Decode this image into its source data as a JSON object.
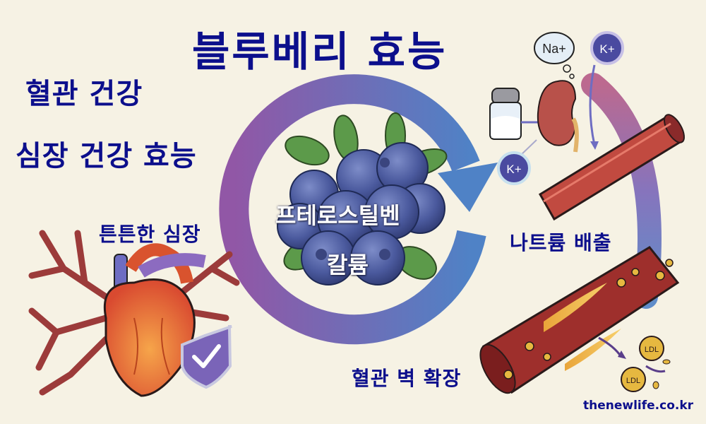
{
  "header": {
    "title": "블루베리 효능",
    "subtitle_line1": "혈관 건강",
    "subtitle_line2": "심장 건강 효능"
  },
  "center": {
    "compound_1": "프테로스틸벤",
    "compound_2": "칼륨"
  },
  "callouts": {
    "heart": "튼튼한 심장",
    "sodium": "나트륨 배출",
    "vessel": "혈관 벽 확장"
  },
  "ions": {
    "sodium": "Na+",
    "potassium_top": "K+",
    "potassium_bottom": "K+"
  },
  "ldl": {
    "label_1": "LDL",
    "label_2": "LDL"
  },
  "footer": {
    "website": "thenewlife.co.kr"
  },
  "colors": {
    "background": "#f6f2e4",
    "heading": "#0c0f8c",
    "arrow_purple": "#8a5aa8",
    "arrow_blue": "#4f7fc4",
    "blueberry": "#4a5a9c",
    "vessel_red": "#b5403c"
  }
}
